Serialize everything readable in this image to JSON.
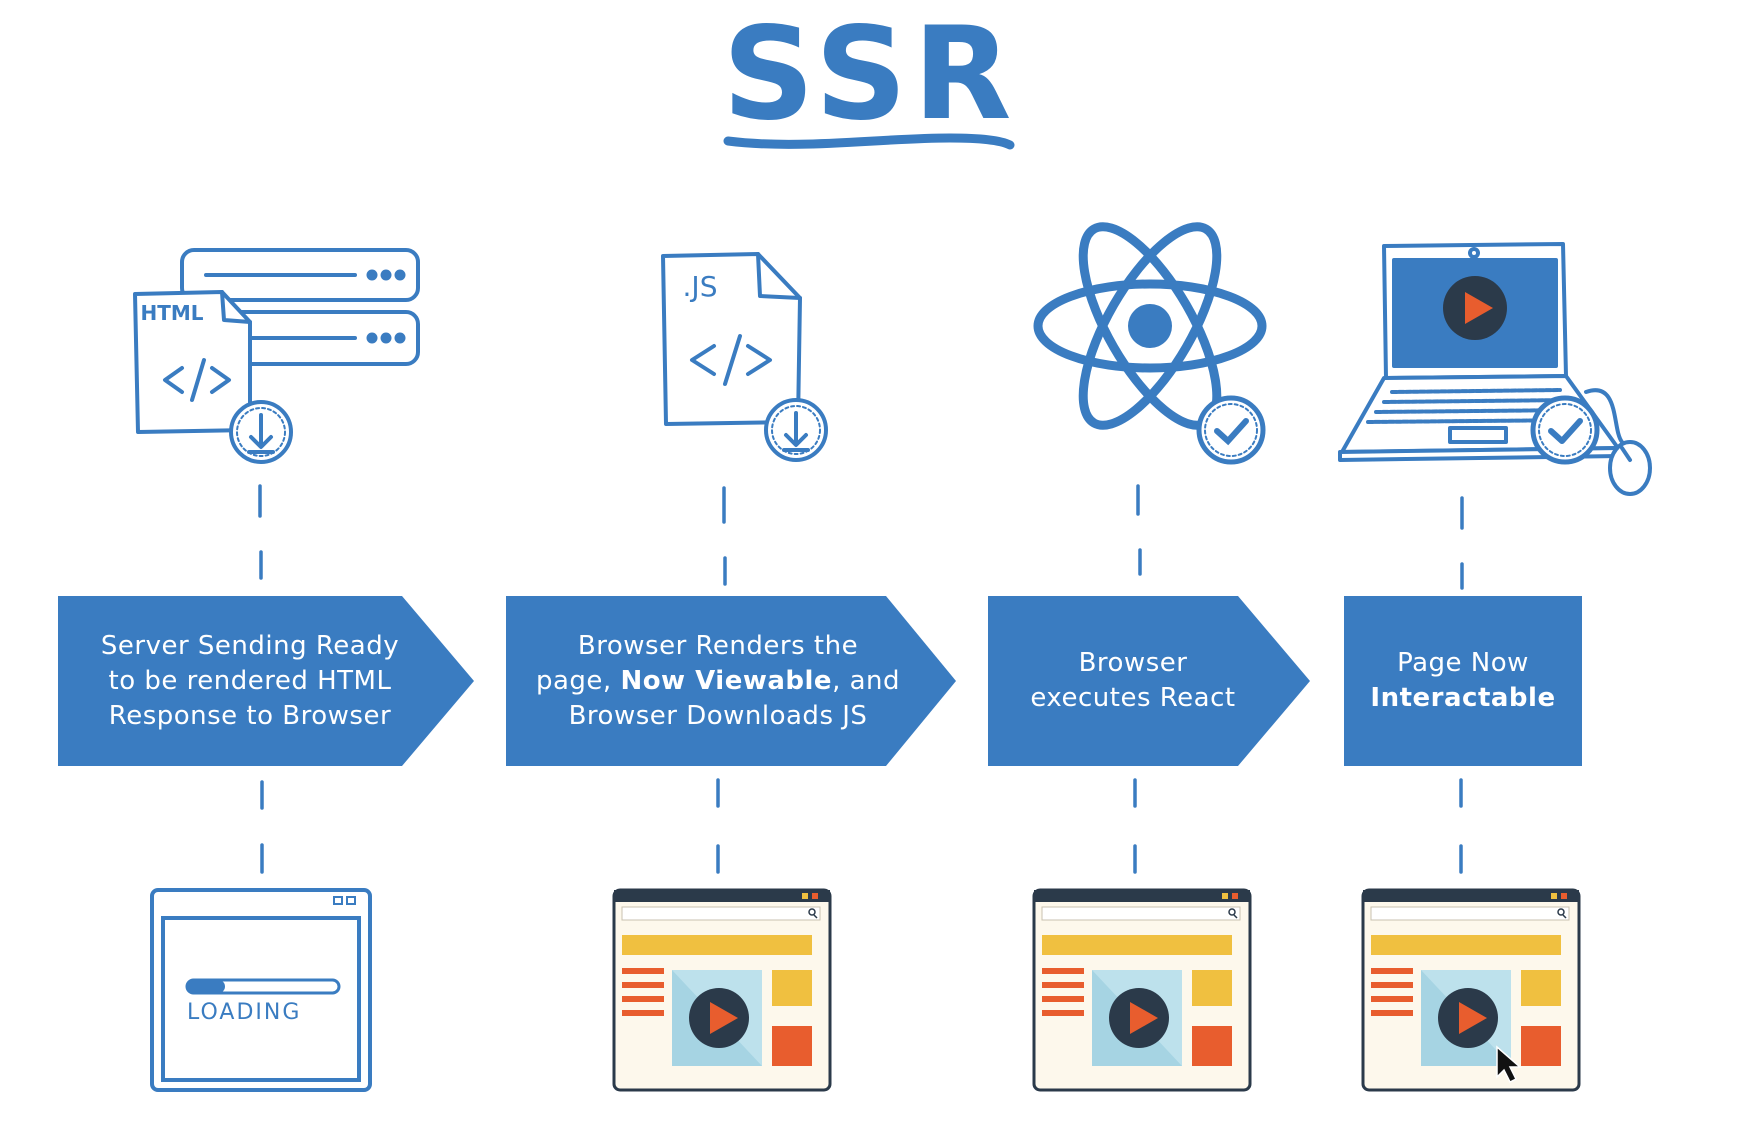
{
  "title": "SSR",
  "colors": {
    "accent": "#3a7cc1",
    "yellow": "#f0c040",
    "orange": "#e85d2e",
    "screen_bg": "#fdf8ec",
    "video_bg": "#a6d4e3",
    "dark": "#2b3a4a"
  },
  "steps": [
    {
      "icon": "html-document-server-icon",
      "file_label": "HTML",
      "text_parts": [
        "Server Sending Ready",
        "to be rendered HTML",
        "Response to Browser"
      ],
      "screen": "loading"
    },
    {
      "icon": "js-file-download-icon",
      "file_label": ".JS",
      "text_before": "Browser Renders the",
      "text_line2_pre": "page, ",
      "text_bold": "Now Viewable",
      "text_line2_post": ", and",
      "text_after": "Browser Downloads JS",
      "screen": "webpage"
    },
    {
      "icon": "react-atom-check-icon",
      "text_parts": [
        "Browser",
        "executes React"
      ],
      "screen": "webpage"
    },
    {
      "icon": "laptop-mouse-check-icon",
      "text_line1": "Page Now",
      "text_bold": "Interactable",
      "screen": "webpage-cursor"
    }
  ],
  "loading_label": "LOADING",
  "loading_progress": 0.25
}
